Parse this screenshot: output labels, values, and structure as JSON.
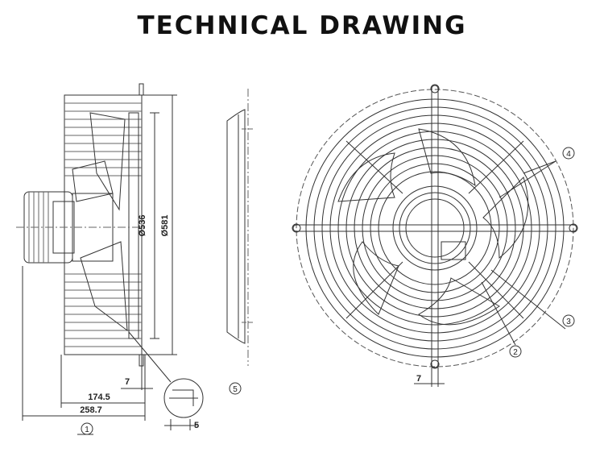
{
  "title": "TECHNICAL DRAWING",
  "dims": {
    "d536": "Ø536",
    "d581": "Ø581",
    "d7_side": "7",
    "d174_5": "174.5",
    "d258_7": "258.7",
    "d5": "5",
    "d7_front": "7"
  },
  "callouts": {
    "c1": "1",
    "c2": "2",
    "c3": "3",
    "c4": "4",
    "c5": "5"
  },
  "colors": {
    "line": "#333333",
    "dash": "#555555"
  }
}
